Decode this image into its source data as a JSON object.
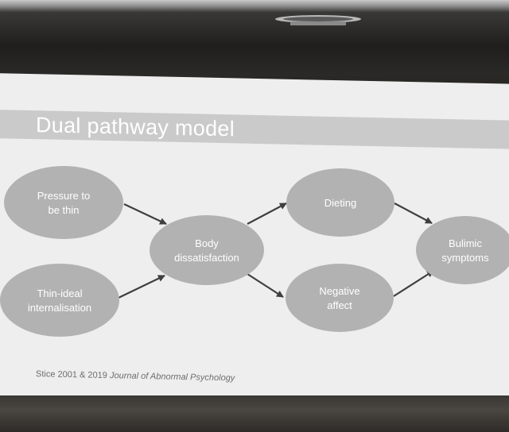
{
  "slide": {
    "title": "Dual pathway model",
    "citation": {
      "authors": "Stice 2001 & 2019",
      "journal": "Journal of Abnormal Psychology"
    }
  },
  "diagram": {
    "nodes": [
      {
        "id": "pressure",
        "lines": [
          "Pressure to",
          "be thin"
        ]
      },
      {
        "id": "thin_ideal",
        "lines": [
          "Thin-ideal",
          "internalisation"
        ]
      },
      {
        "id": "body",
        "lines": [
          "Body",
          "dissatisfaction"
        ]
      },
      {
        "id": "dieting",
        "lines": [
          "Dieting"
        ]
      },
      {
        "id": "negative",
        "lines": [
          "Negative",
          "affect"
        ]
      },
      {
        "id": "bulimic",
        "lines": [
          "Bulimic",
          "symptoms"
        ]
      }
    ],
    "edges": [
      {
        "from": "pressure",
        "to": "body"
      },
      {
        "from": "thin_ideal",
        "to": "body"
      },
      {
        "from": "body",
        "to": "dieting"
      },
      {
        "from": "body",
        "to": "negative"
      },
      {
        "from": "dieting",
        "to": "bulimic"
      },
      {
        "from": "negative",
        "to": "bulimic"
      }
    ],
    "colors": {
      "node_fill": "#b2b2b2",
      "node_text": "#ffffff",
      "arrow": "#3f3f3f"
    }
  }
}
